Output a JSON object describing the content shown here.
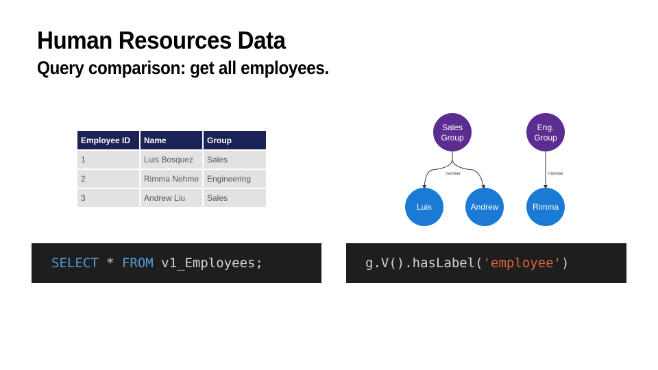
{
  "heading": {
    "title": "Human Resources Data",
    "subtitle": "Query comparison: get all employees."
  },
  "table": {
    "headers": [
      "Employee ID",
      "Name",
      "Group"
    ],
    "rows": [
      [
        "1",
        "Luis Bosquez",
        "Sales"
      ],
      [
        "2",
        "Rimma Nehme",
        "Engineering"
      ],
      [
        "3",
        "Andrew Liu",
        "Sales"
      ]
    ]
  },
  "sql": {
    "kw_select": "SELECT",
    "star": " * ",
    "kw_from": "FROM",
    "rest": " v1_Employees;"
  },
  "gremlin": {
    "prefix": "g.V().hasLabel(",
    "arg": "'employee'",
    "suffix": ")"
  },
  "graph": {
    "nodes": {
      "sales_group": [
        "Sales",
        "Group"
      ],
      "eng_group": [
        "Eng.",
        "Group"
      ],
      "luis": "Luis",
      "andrew": "Andrew",
      "rimma": "Rimma"
    },
    "edges": {
      "sales_member": "member",
      "eng_member": "member"
    },
    "colors": {
      "group": "#5c2d91",
      "employee": "#1b7ad3"
    }
  }
}
